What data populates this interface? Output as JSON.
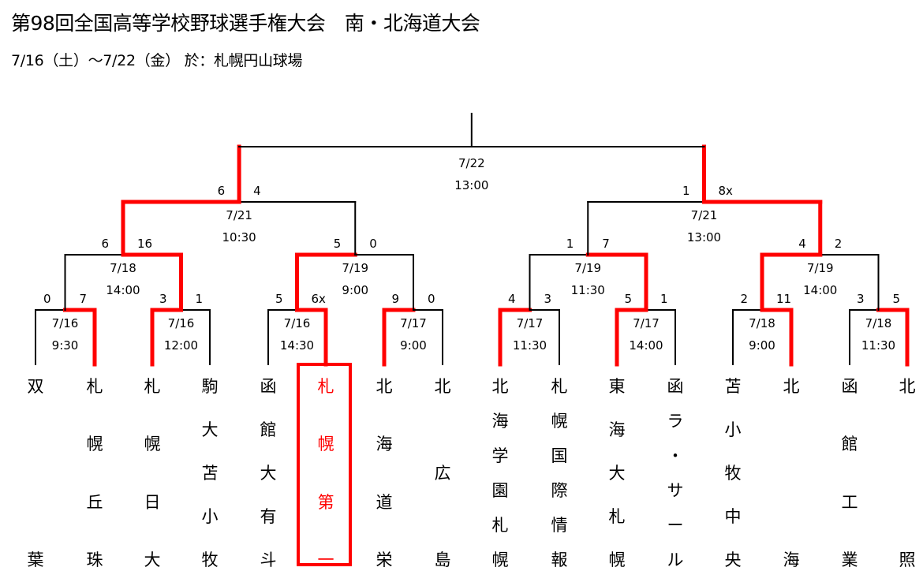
{
  "title": "第98回全国高等学校野球選手権大会　南・北海道大会",
  "subtitle": "7/16（土）～7/22（金） 於：札幌円山球場",
  "colors": {
    "winner_line": "#ff0000",
    "line": "#000000"
  },
  "teams": [
    "双葉",
    "札幌丘珠",
    "札幌日大",
    "駒大苫小牧",
    "函館大有斗",
    "札幌第一",
    "北海道栄",
    "北広島",
    "北海学園札幌",
    "札幌国際情報",
    "東海大札幌",
    "函ラ・サール",
    "苫小牧中央",
    "北海",
    "函館工業",
    "北照"
  ],
  "highlighted_team": "札幌第一",
  "matches": {
    "r1": [
      {
        "date": "7/16",
        "time": "9:30",
        "score_left": "0",
        "score_right": "7"
      },
      {
        "date": "7/16",
        "time": "12:00",
        "score_left": "3",
        "score_right": "1"
      },
      {
        "date": "7/16",
        "time": "14:30",
        "score_left": "5",
        "score_right": "6x"
      },
      {
        "date": "7/17",
        "time": "9:00",
        "score_left": "9",
        "score_right": "0"
      },
      {
        "date": "7/17",
        "time": "11:30",
        "score_left": "4",
        "score_right": "3"
      },
      {
        "date": "7/17",
        "time": "14:00",
        "score_left": "5",
        "score_right": "1"
      },
      {
        "date": "7/18",
        "time": "9:00",
        "score_left": "2",
        "score_right": "11"
      },
      {
        "date": "7/18",
        "time": "11:30",
        "score_left": "3",
        "score_right": "5"
      }
    ],
    "qf": [
      {
        "date": "7/18",
        "time": "14:00",
        "score_left": "6",
        "score_right": "16"
      },
      {
        "date": "7/19",
        "time": "9:00",
        "score_left": "5",
        "score_right": "0"
      },
      {
        "date": "7/19",
        "time": "11:30",
        "score_left": "1",
        "score_right": "7"
      },
      {
        "date": "7/19",
        "time": "14:00",
        "score_left": "4",
        "score_right": "2"
      }
    ],
    "sf": [
      {
        "date": "7/21",
        "time": "10:30",
        "score_left": "6",
        "score_right": "4"
      },
      {
        "date": "7/21",
        "time": "13:00",
        "score_left": "1",
        "score_right": "8x"
      }
    ],
    "final": {
      "date": "7/22",
      "time": "13:00"
    }
  }
}
